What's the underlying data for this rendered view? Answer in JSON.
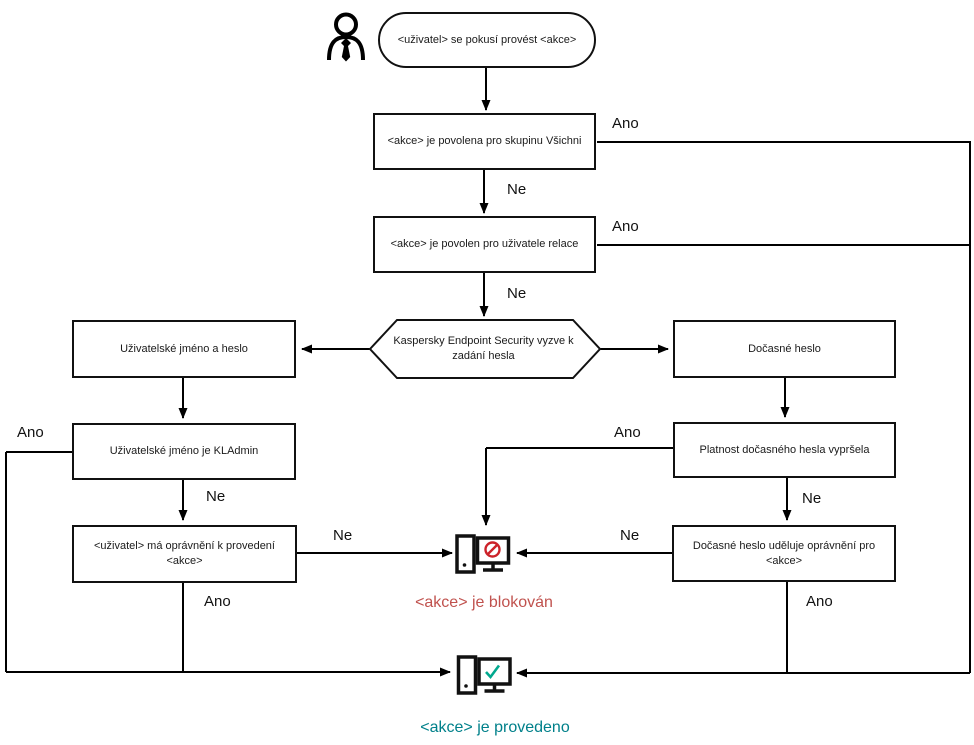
{
  "diagram": {
    "start": {
      "label": "<uživatel> se pokusí provést <akce>"
    },
    "nodes": {
      "skupina": "<akce> je povolena pro skupinu Všichni",
      "relace": "<akce> je povolen pro uživatele relace",
      "prompt": "Kaspersky Endpoint Security vyzve k zadání hesla",
      "username": "Uživatelské jméno a heslo",
      "kladmin": "Uživatelské jméno je KLAdmin",
      "opravneni": "<uživatel> má oprávnění k provedení <akce>",
      "docasne": "Dočasné heslo",
      "platnost": "Platnost dočasného hesla vypršela",
      "udeluje": "Dočasné heslo uděluje oprávnění pro <akce>"
    },
    "labels": {
      "yes": "Ano",
      "no": "Ne"
    },
    "outcomes": {
      "blocked": "<akce> je blokován",
      "done": "<akce> je provedeno"
    },
    "colors": {
      "line": "#000000",
      "blocked_text": "#c0524e",
      "done_text": "#00808a",
      "prohibit": "#cc2229",
      "check": "#00a88e"
    }
  }
}
